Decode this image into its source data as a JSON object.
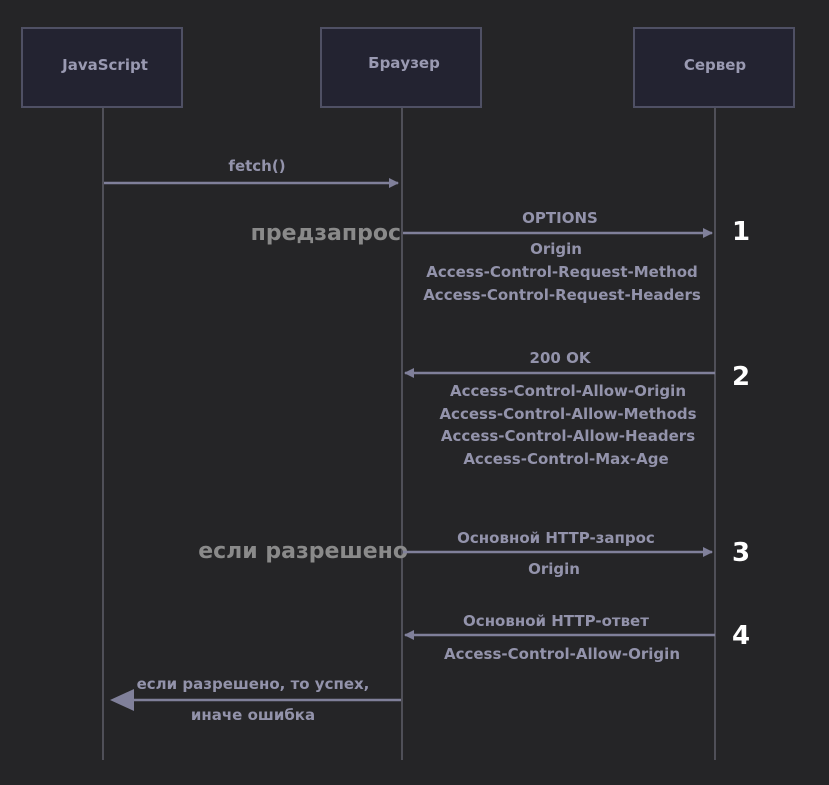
{
  "actors": {
    "javascript": "JavaScript",
    "browser": "Браузер",
    "server": "Сервер"
  },
  "messages": {
    "fetch": {
      "label": "fetch()"
    },
    "preflight": {
      "label": "OPTIONS",
      "headers": [
        "Origin",
        "Access-Control-Request-Method",
        "Access-Control-Request-Headers"
      ]
    },
    "preflight_response": {
      "label": "200 OK",
      "headers": [
        "Access-Control-Allow-Origin",
        "Access-Control-Allow-Methods",
        "Access-Control-Allow-Headers",
        "Access-Control-Max-Age"
      ]
    },
    "main_request": {
      "label": "Основной HTTP-запрос",
      "headers": [
        "Origin"
      ]
    },
    "main_response": {
      "label": "Основной HTTP-ответ",
      "headers": [
        "Access-Control-Allow-Origin"
      ]
    },
    "result": {
      "label_lines": [
        "если разрешено, то успех,",
        "иначе ошибка"
      ]
    }
  },
  "notes": {
    "preflight": "предзапрос",
    "if_allowed": "если разрешено"
  },
  "steps": [
    "1",
    "2",
    "3",
    "4"
  ],
  "colors": {
    "background": "#252527",
    "actor_box": "#232331",
    "actor_border": "#4f5064",
    "arrow": "#80809a",
    "label": "#9393ab",
    "note": "#8a8a8a",
    "step_number": "#ffffff"
  }
}
